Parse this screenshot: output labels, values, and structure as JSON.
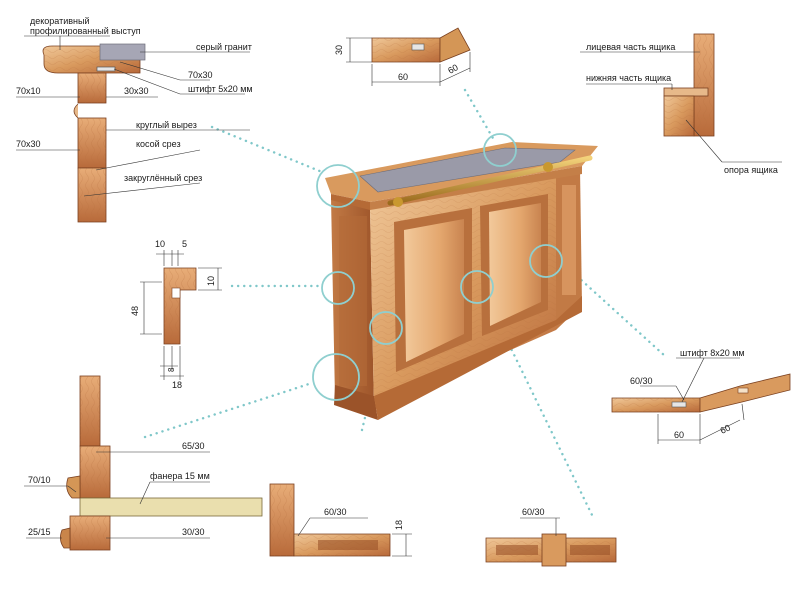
{
  "colors": {
    "wood_light": "#e7b98a",
    "wood_mid": "#d2904f",
    "wood_dark": "#a7582c",
    "plywood": "#eadfae",
    "granite": "#a6a6b5",
    "dots": "#7fc7c9",
    "circle": "#8fcfcf",
    "brass": "#b58a2e",
    "line": "#333333"
  },
  "labels": {
    "top_profile": {
      "decorative_line1": "декоративный",
      "decorative_line2": "профилированный выступ",
      "granite": "серый гранит",
      "d70x30_top": "70х30",
      "pin_5x20": "штифт 5х20 мм",
      "d70x10": "70х10",
      "d30x30": "30х30",
      "round_cut": "круглый вырез",
      "d70x30_side": "70х30",
      "bevel_cut": "косой срез",
      "rounded_cut": "закруглённый срез"
    },
    "top_corner": {
      "d30": "30",
      "d60_a": "60",
      "d60_b": "60"
    },
    "drawer": {
      "front": "лицевая часть ящика",
      "bottom": "нижняя часть ящика",
      "support": "опора ящика"
    },
    "frame": {
      "d10": "10",
      "d5": "5",
      "d48": "48",
      "d10_side": "10",
      "d8": "8",
      "d18": "18"
    },
    "right_corner": {
      "pin_8x20": "штифт 8х20 мм",
      "d60_30": "60/30",
      "d60_a": "60",
      "d60_b": "60"
    },
    "base": {
      "d65_30": "65/30",
      "d70_10": "70/10",
      "plywood": "фанера 15 мм",
      "d25_15": "25/15",
      "d30_30": "30/30"
    },
    "panel_corner": {
      "d60_30": "60/30",
      "d18": "18"
    },
    "panel_joint": {
      "d60_30": "60/30"
    }
  }
}
